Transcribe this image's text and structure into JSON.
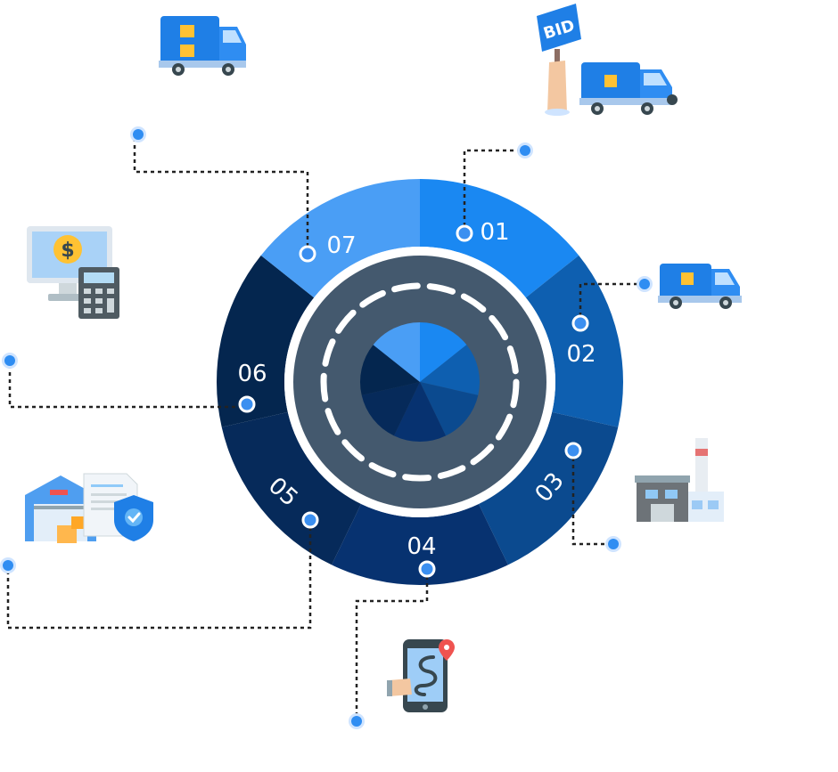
{
  "steps": [
    {
      "number": "01",
      "icon": "bid-truck-icon",
      "color": "#1a88f2"
    },
    {
      "number": "02",
      "icon": "delivery-truck-icon",
      "color": "#0e5fb0"
    },
    {
      "number": "03",
      "icon": "factory-icon",
      "color": "#0b4a8f"
    },
    {
      "number": "04",
      "icon": "mobile-route-tracking-icon",
      "color": "#073270"
    },
    {
      "number": "05",
      "icon": "warehouse-insurance-icon",
      "color": "#062a5a"
    },
    {
      "number": "06",
      "icon": "billing-calculator-icon",
      "color": "#04264f"
    },
    {
      "number": "07",
      "icon": "cargo-truck-icon",
      "color": "#4a9ef5"
    }
  ],
  "bid_sign": "BID",
  "colors": {
    "inner_ring": "#44596e",
    "dot": "#2f8df2",
    "dot_halo": "#bcdcff",
    "connector": "#222222"
  }
}
